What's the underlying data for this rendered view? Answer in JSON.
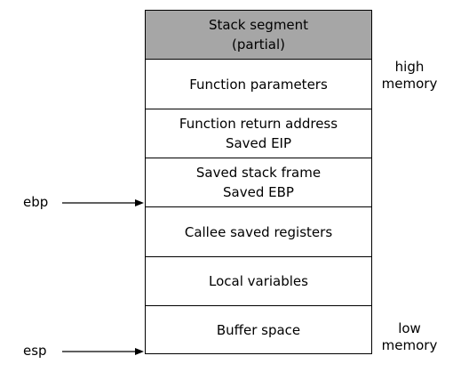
{
  "stack": {
    "header": [
      "Stack segment",
      "(partial)"
    ],
    "segments": [
      {
        "lines": [
          "Function parameters"
        ]
      },
      {
        "lines": [
          "Function return address",
          "Saved EIP"
        ]
      },
      {
        "lines": [
          "Saved stack frame",
          "Saved EBP"
        ]
      },
      {
        "lines": [
          "Callee saved registers"
        ]
      },
      {
        "lines": [
          "Local variables"
        ]
      },
      {
        "lines": [
          "Buffer space"
        ]
      }
    ]
  },
  "side_labels": {
    "high": [
      "high",
      "memory"
    ],
    "low": [
      "low",
      "memory"
    ]
  },
  "pointers": {
    "ebp": "ebp",
    "esp": "esp"
  },
  "colors": {
    "header_fill": "#a6a6a6",
    "border": "#000000"
  }
}
